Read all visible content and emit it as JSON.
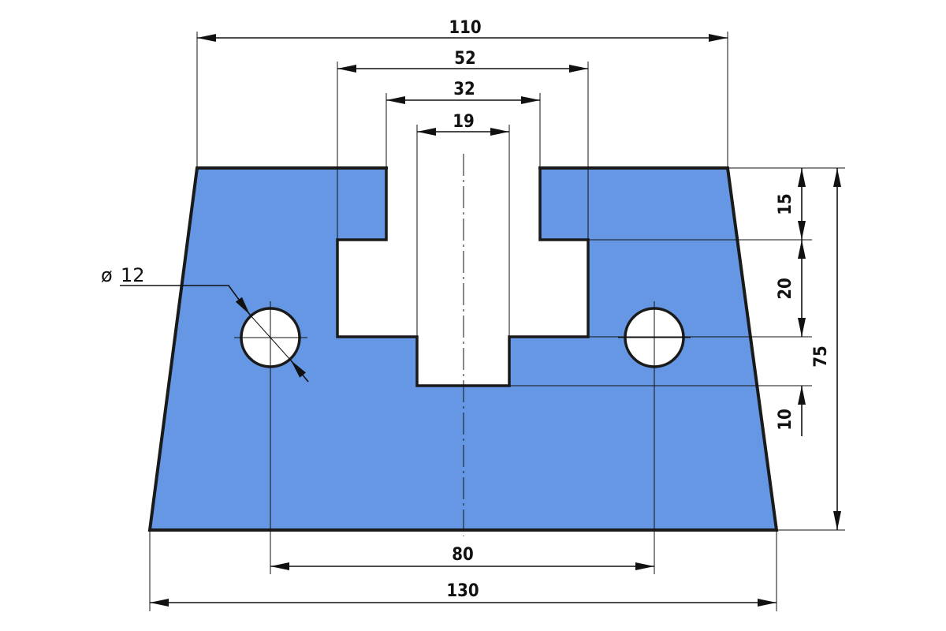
{
  "colors": {
    "part_fill": "#6597e4",
    "line": "#1a1a1a"
  },
  "dimensions": {
    "top_width": "110",
    "outer_slot_width": "52",
    "inner_slot_width": "32",
    "narrow_slot_width": "19",
    "top_step_height": "15",
    "middle_step_height": "20",
    "bottom_step_height": "10",
    "total_height": "75",
    "hole_spacing": "80",
    "bottom_width": "130",
    "hole_diameter_symbol": "ø",
    "hole_diameter": "12"
  }
}
